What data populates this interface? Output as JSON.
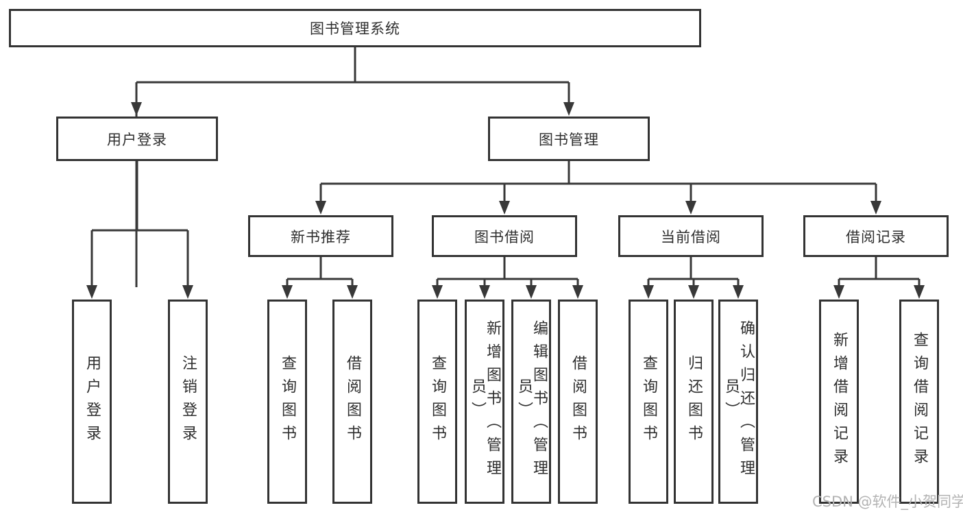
{
  "diagram": {
    "title": "图书管理系统",
    "watermark": "CSDN @软件_小贺同学",
    "colors": {
      "line": "#383838",
      "box_border": "#333333",
      "text": "#2e2e2e",
      "watermark": "#b3b3b3",
      "background": "#ffffff"
    },
    "nodes": {
      "root": {
        "label": "图书管理系统"
      },
      "user_login": {
        "label": "用户登录"
      },
      "book_mgmt": {
        "label": "图书管理"
      },
      "login": {
        "label": "用户登录"
      },
      "logout": {
        "label": "注销登录"
      },
      "new_book_rec": {
        "label": "新书推荐"
      },
      "book_borrow": {
        "label": "图书借阅"
      },
      "current_borrow": {
        "label": "当前借阅"
      },
      "borrow_records": {
        "label": "借阅记录"
      },
      "rec_query": {
        "label": "查询图书"
      },
      "rec_borrow": {
        "label": "借阅图书"
      },
      "bb_query": {
        "label": "查询图书"
      },
      "bb_add": {
        "label": "新增图书（管理员）"
      },
      "bb_edit": {
        "label": "编辑图书（管理员）"
      },
      "bb_borrow": {
        "label": "借阅图书"
      },
      "cb_query": {
        "label": "查询图书"
      },
      "cb_return": {
        "label": "归还图书"
      },
      "cb_confirm": {
        "label": "确认归还（管理员）"
      },
      "br_add": {
        "label": "新增借阅记录"
      },
      "br_query": {
        "label": "查询借阅记录"
      }
    },
    "edges": [
      [
        "root",
        "user_login"
      ],
      [
        "root",
        "book_mgmt"
      ],
      [
        "user_login",
        "login"
      ],
      [
        "user_login",
        "logout"
      ],
      [
        "book_mgmt",
        "new_book_rec"
      ],
      [
        "book_mgmt",
        "book_borrow"
      ],
      [
        "book_mgmt",
        "current_borrow"
      ],
      [
        "book_mgmt",
        "borrow_records"
      ],
      [
        "new_book_rec",
        "rec_query"
      ],
      [
        "new_book_rec",
        "rec_borrow"
      ],
      [
        "book_borrow",
        "bb_query"
      ],
      [
        "book_borrow",
        "bb_add"
      ],
      [
        "book_borrow",
        "bb_edit"
      ],
      [
        "book_borrow",
        "bb_borrow"
      ],
      [
        "current_borrow",
        "cb_query"
      ],
      [
        "current_borrow",
        "cb_return"
      ],
      [
        "current_borrow",
        "cb_confirm"
      ],
      [
        "borrow_records",
        "br_add"
      ],
      [
        "borrow_records",
        "br_query"
      ]
    ]
  }
}
